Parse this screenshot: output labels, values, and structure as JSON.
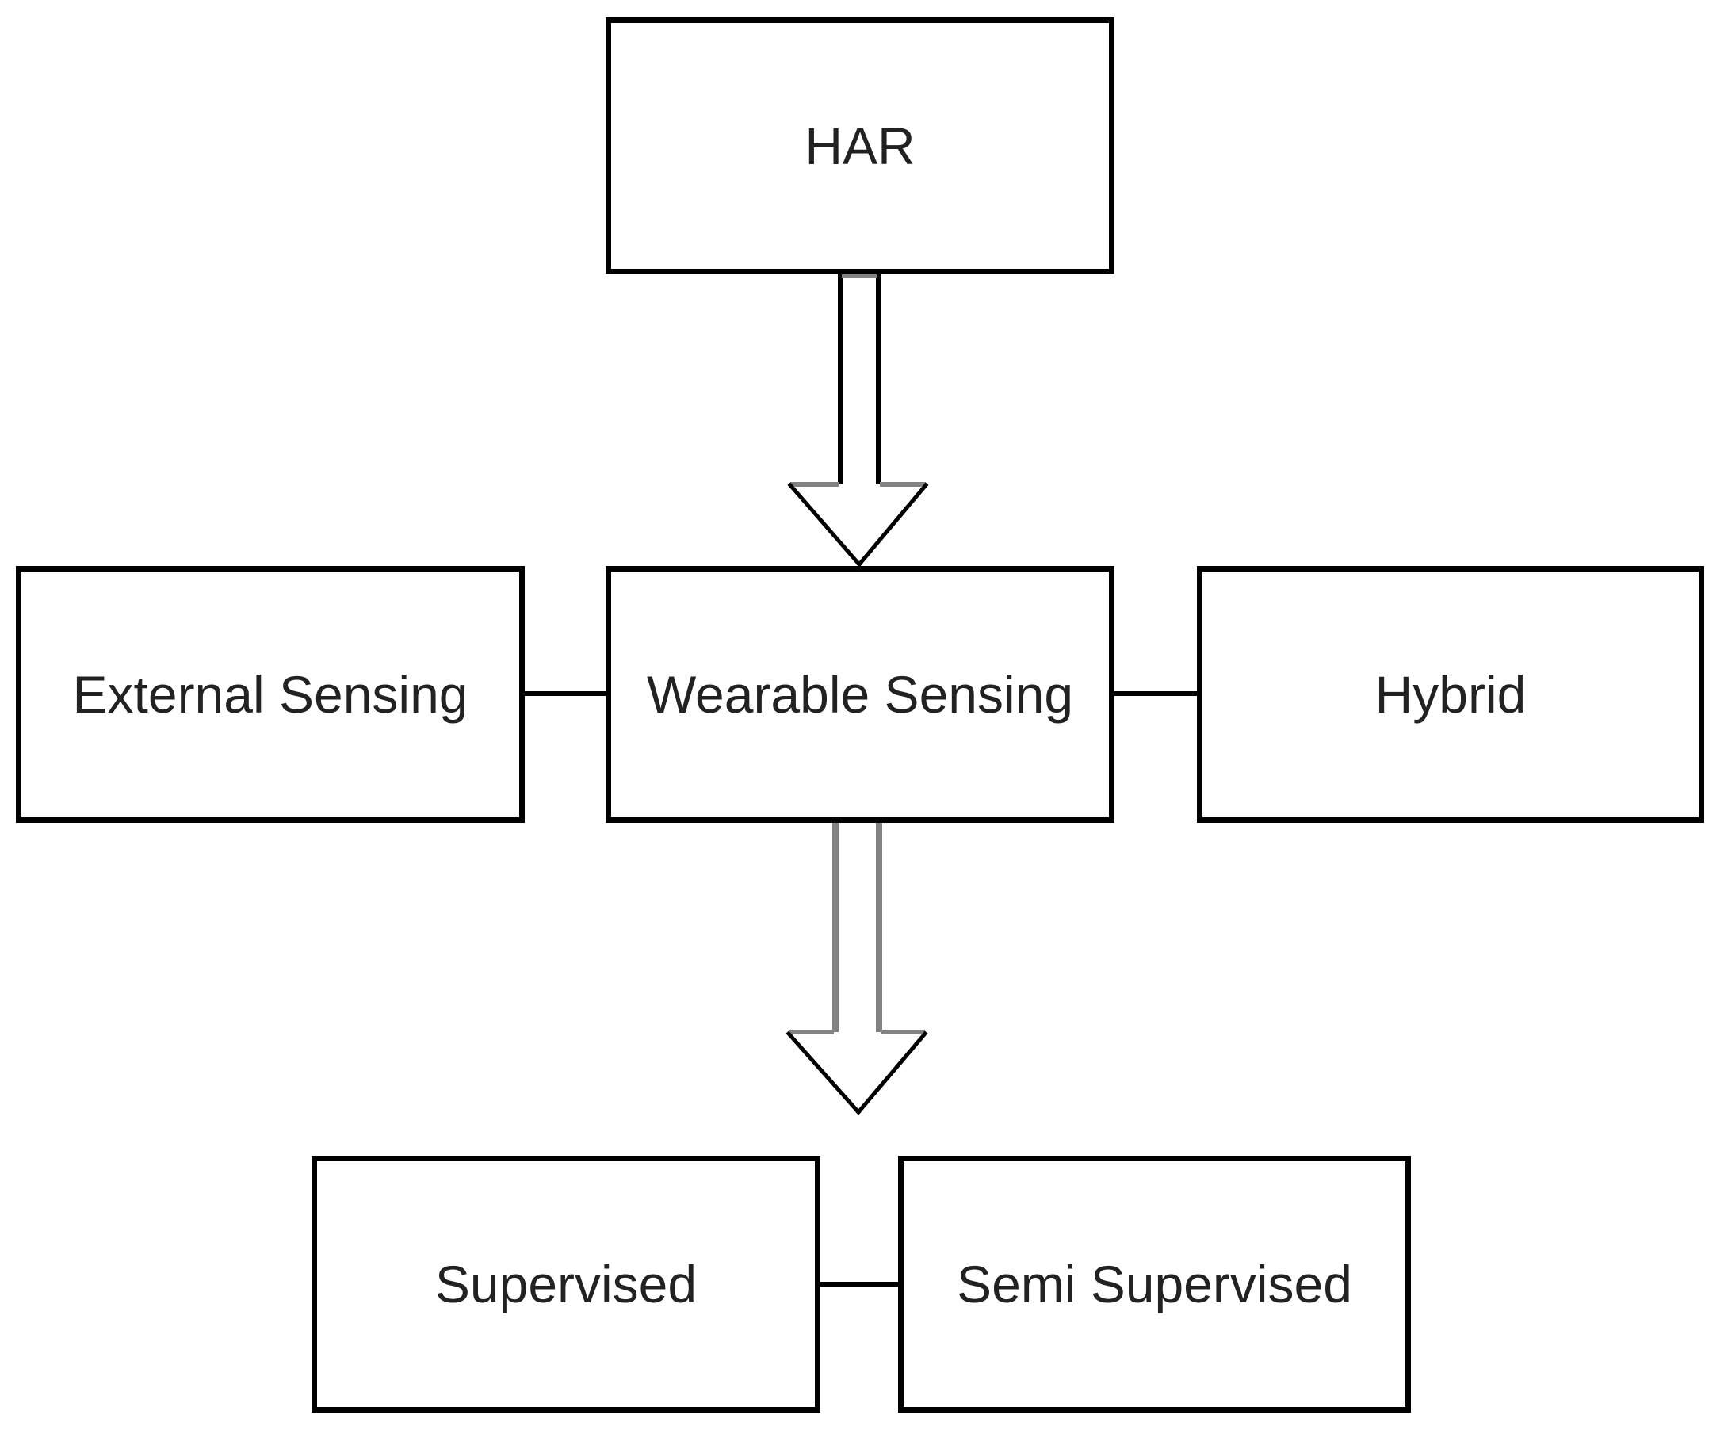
{
  "diagram": {
    "nodes": {
      "har": {
        "label": "HAR"
      },
      "external": {
        "label": "External Sensing"
      },
      "wearable": {
        "label": "Wearable Sensing"
      },
      "hybrid": {
        "label": "Hybrid"
      },
      "supervised": {
        "label": "Supervised"
      },
      "semi_supervised": {
        "label": "Semi Supervised"
      }
    },
    "edges": [
      {
        "from": "HAR",
        "to": "Wearable Sensing",
        "type": "block-arrow",
        "direction": "down"
      },
      {
        "from": "External Sensing",
        "to": "Wearable Sensing",
        "type": "line"
      },
      {
        "from": "Wearable Sensing",
        "to": "Hybrid",
        "type": "line"
      },
      {
        "from": "Wearable Sensing",
        "to": "Supervised",
        "type": "block-arrow",
        "direction": "down"
      },
      {
        "from": "Supervised",
        "to": "Semi Supervised",
        "type": "line"
      }
    ],
    "colors": {
      "background": "#ffffff",
      "box_border": "#000000",
      "box_fill": "#ffffff",
      "text": "#222222",
      "arrow_black": "#000000",
      "arrow_gray": "#828282"
    }
  }
}
